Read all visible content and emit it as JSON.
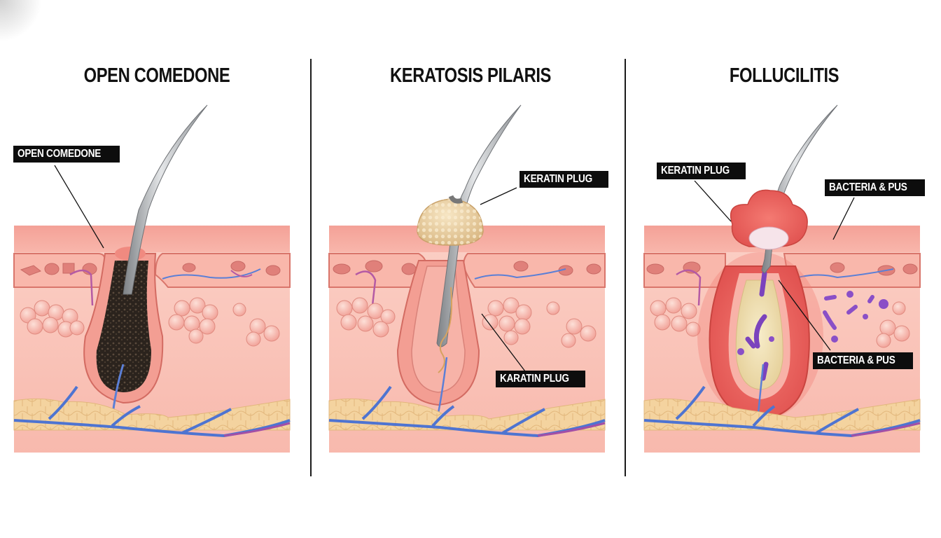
{
  "diagram": {
    "type": "anatomical-comparison",
    "description": "Three side-by-side skin cross-sections of hair follicle conditions",
    "colors": {
      "epidermis": "#f6a9a0",
      "dermis": "#f9c1b7",
      "fat": "#f3d09a",
      "vein": "#5b7fd6",
      "hair": "#a9acb0",
      "comedone": "#2c241e",
      "keratin_plug": "#e9cf9f",
      "inflamed": "#e85a5a",
      "bacteria": "#8a4fc7",
      "label_bg": "#0d0d0d",
      "label_text": "#ffffff",
      "divider": "#1a1a1a"
    }
  },
  "panels": [
    {
      "title": "OPEN COMEDONE",
      "labels": [
        {
          "text": "OPEN COMEDONE",
          "points_to": "blackhead opening in epidermis"
        }
      ]
    },
    {
      "title": "KERATOSIS PILARIS",
      "labels": [
        {
          "text": "KERATIN PLUG",
          "points_to": "dome-shaped plug at follicle opening"
        },
        {
          "text": "KARATIN PLUG",
          "points_to": "follicle wall in dermis"
        }
      ]
    },
    {
      "title": "FOLLUCILITIS",
      "labels": [
        {
          "text": "KERATIN PLUG",
          "points_to": "inflamed follicle opening"
        },
        {
          "text": "BACTERIA & PUS",
          "points_to": "epidermis surface"
        },
        {
          "text": "BACTERIA & PUS",
          "points_to": "infected follicle contents"
        }
      ]
    }
  ]
}
